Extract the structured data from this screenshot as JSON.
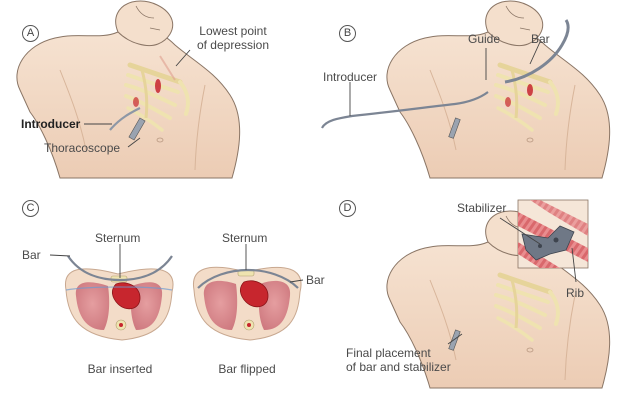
{
  "panels": {
    "a": {
      "badge": "A",
      "depression_label_1": "Lowest point",
      "depression_label_2": "of depression",
      "introducer_label": "Introducer",
      "thoracoscope_label": "Thoracoscope"
    },
    "b": {
      "badge": "B",
      "guide_label": "Guide",
      "bar_label": "Bar",
      "introducer_label": "Introducer"
    },
    "c": {
      "badge": "C",
      "bar_label_left": "Bar",
      "sternum_label_left": "Sternum",
      "sternum_label_right": "Sternum",
      "bar_label_right": "Bar",
      "caption_left": "Bar inserted",
      "caption_right": "Bar flipped"
    },
    "d": {
      "badge": "D",
      "stabilizer_label": "Stabilizer",
      "rib_label": "Rib",
      "final_label_1": "Final placement",
      "final_label_2": "of bar and stabilizer"
    }
  },
  "colors": {
    "skin": "#f3dcc8",
    "skin_shadow": "#e4c3a8",
    "outline": "#8a7565",
    "rib": "#efe3b0",
    "lung": "#d98a8e",
    "heart": "#c7262e",
    "bar": "#8d97a6",
    "leader": "#444444"
  }
}
